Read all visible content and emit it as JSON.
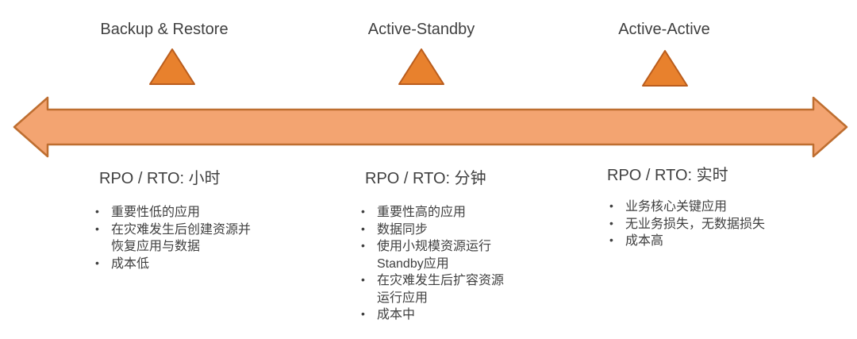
{
  "diagram": {
    "title_hint": "Disaster recovery strategy spectrum",
    "colors": {
      "triangle_fill": "#E8812D",
      "triangle_border": "#BA5D1D",
      "arrow_fill": "#F3A471",
      "arrow_border": "#BE6E30",
      "text": "#404040"
    },
    "bullet_glyph": "•",
    "strategies": [
      {
        "label": "Backup & Restore",
        "rpo_rto": "RPO / RTO: 小时",
        "bullets": [
          "重要性低的应用",
          "在灾难发生后创建资源并恢复应用与数据",
          "成本低"
        ]
      },
      {
        "label": "Active-Standby",
        "rpo_rto": "RPO / RTO: 分钟",
        "bullets": [
          "重要性高的应用",
          "数据同步",
          "使用小规模资源运行Standby应用",
          "在灾难发生后扩容资源运行应用",
          "成本中"
        ]
      },
      {
        "label": "Active-Active",
        "rpo_rto": "RPO / RTO: 实时",
        "bullets": [
          "业务核心关键应用",
          "无业务损失，无数据损失",
          "成本高"
        ]
      }
    ]
  }
}
